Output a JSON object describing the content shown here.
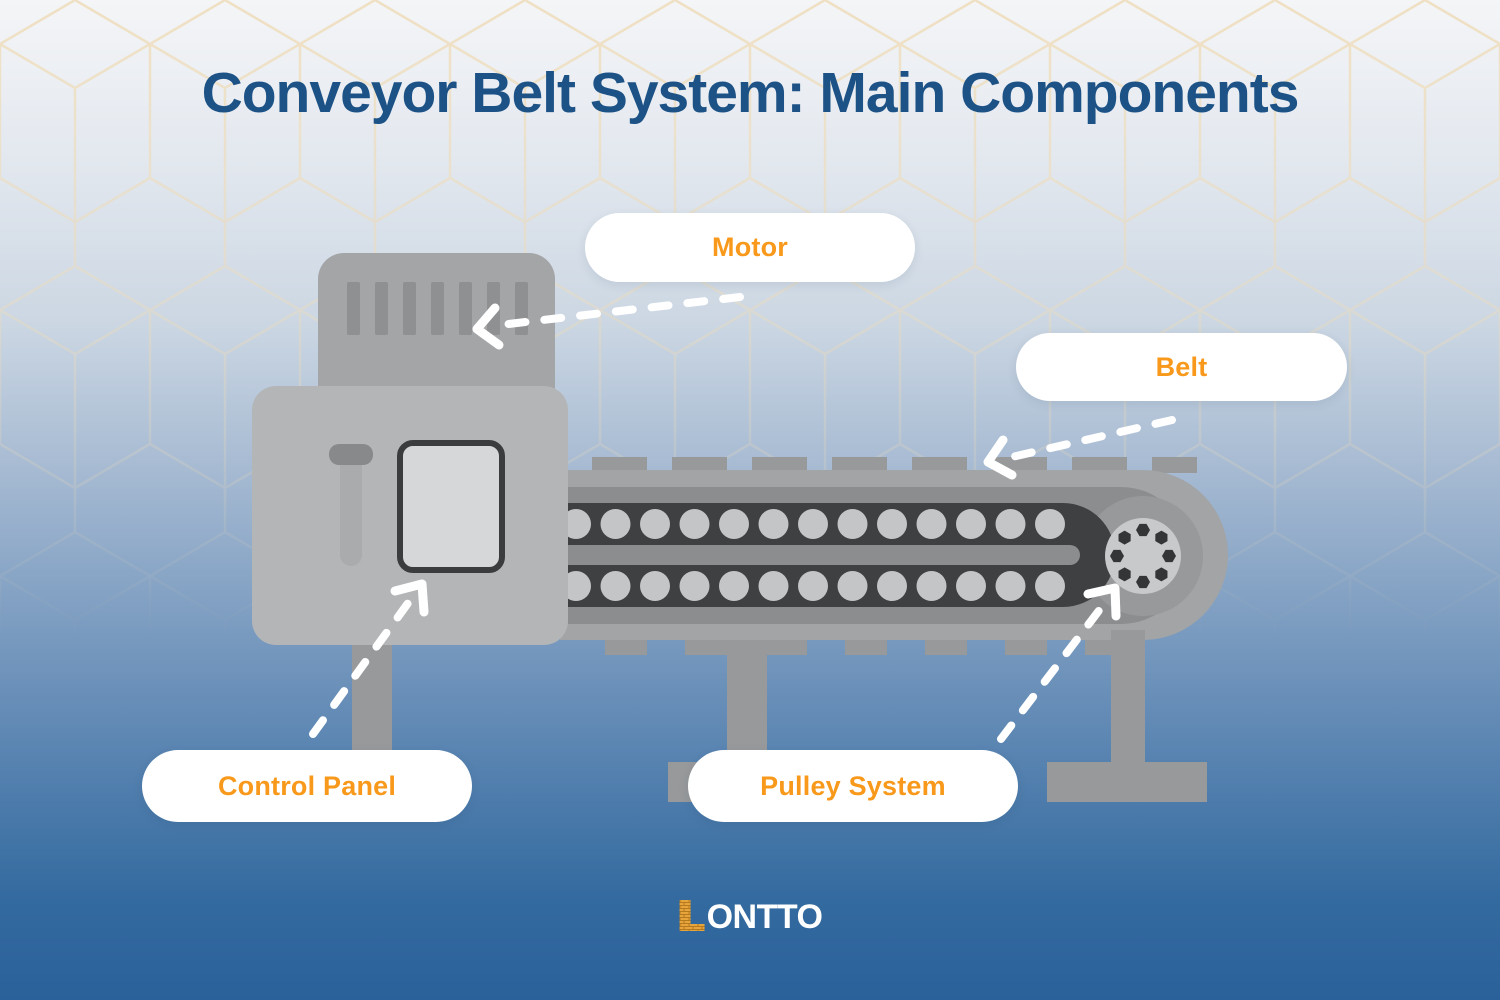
{
  "title": "Conveyor Belt System: Main Components",
  "callouts": {
    "motor": "Motor",
    "belt": "Belt",
    "control_panel": "Control Panel",
    "pulley_system": "Pulley System"
  },
  "logo": {
    "brick_letter": "L",
    "rest": "ONTTO"
  },
  "colors": {
    "title_text": "#1c5286",
    "callout_text": "#f8991b",
    "callout_bg": "#ffffff",
    "arrow": "#ffffff",
    "pattern_lines": "#eedcb9",
    "background_top": "#f4f5f7",
    "background_bottom": "#2b619a",
    "machine_body_gray": "#b3b5b7",
    "machine_mid_gray": "#a2a4a6",
    "belt_dark_gray": "#3e4042",
    "roller_gray": "#c3c5c7",
    "logo_brick_orange": "#e7a43b"
  }
}
